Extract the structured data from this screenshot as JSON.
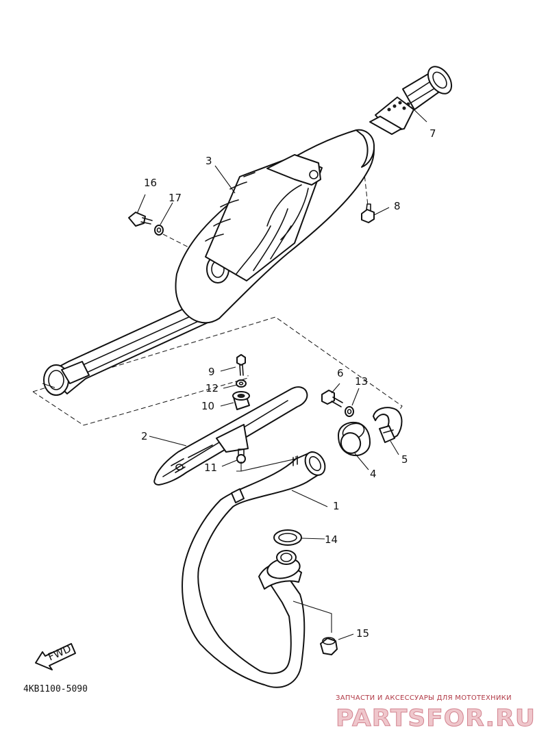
{
  "diagram": {
    "code": "4KB1100-5090",
    "fwd_label": "FWD",
    "callouts": [
      "1",
      "2",
      "3",
      "4",
      "5",
      "6",
      "7",
      "8",
      "9",
      "10",
      "11",
      "12",
      "13",
      "14",
      "15",
      "16",
      "17"
    ]
  },
  "watermark": {
    "tagline": "ЗАПЧАСТИ И АКСЕССУАРЫ ДЛЯ МОТОТЕХНИКИ",
    "logo_text": "PARTSFOR.RU"
  },
  "colors": {
    "line": "#111111",
    "background": "#ffffff",
    "watermark_red": "#b03845",
    "watermark_fill": "#efc7cc"
  }
}
